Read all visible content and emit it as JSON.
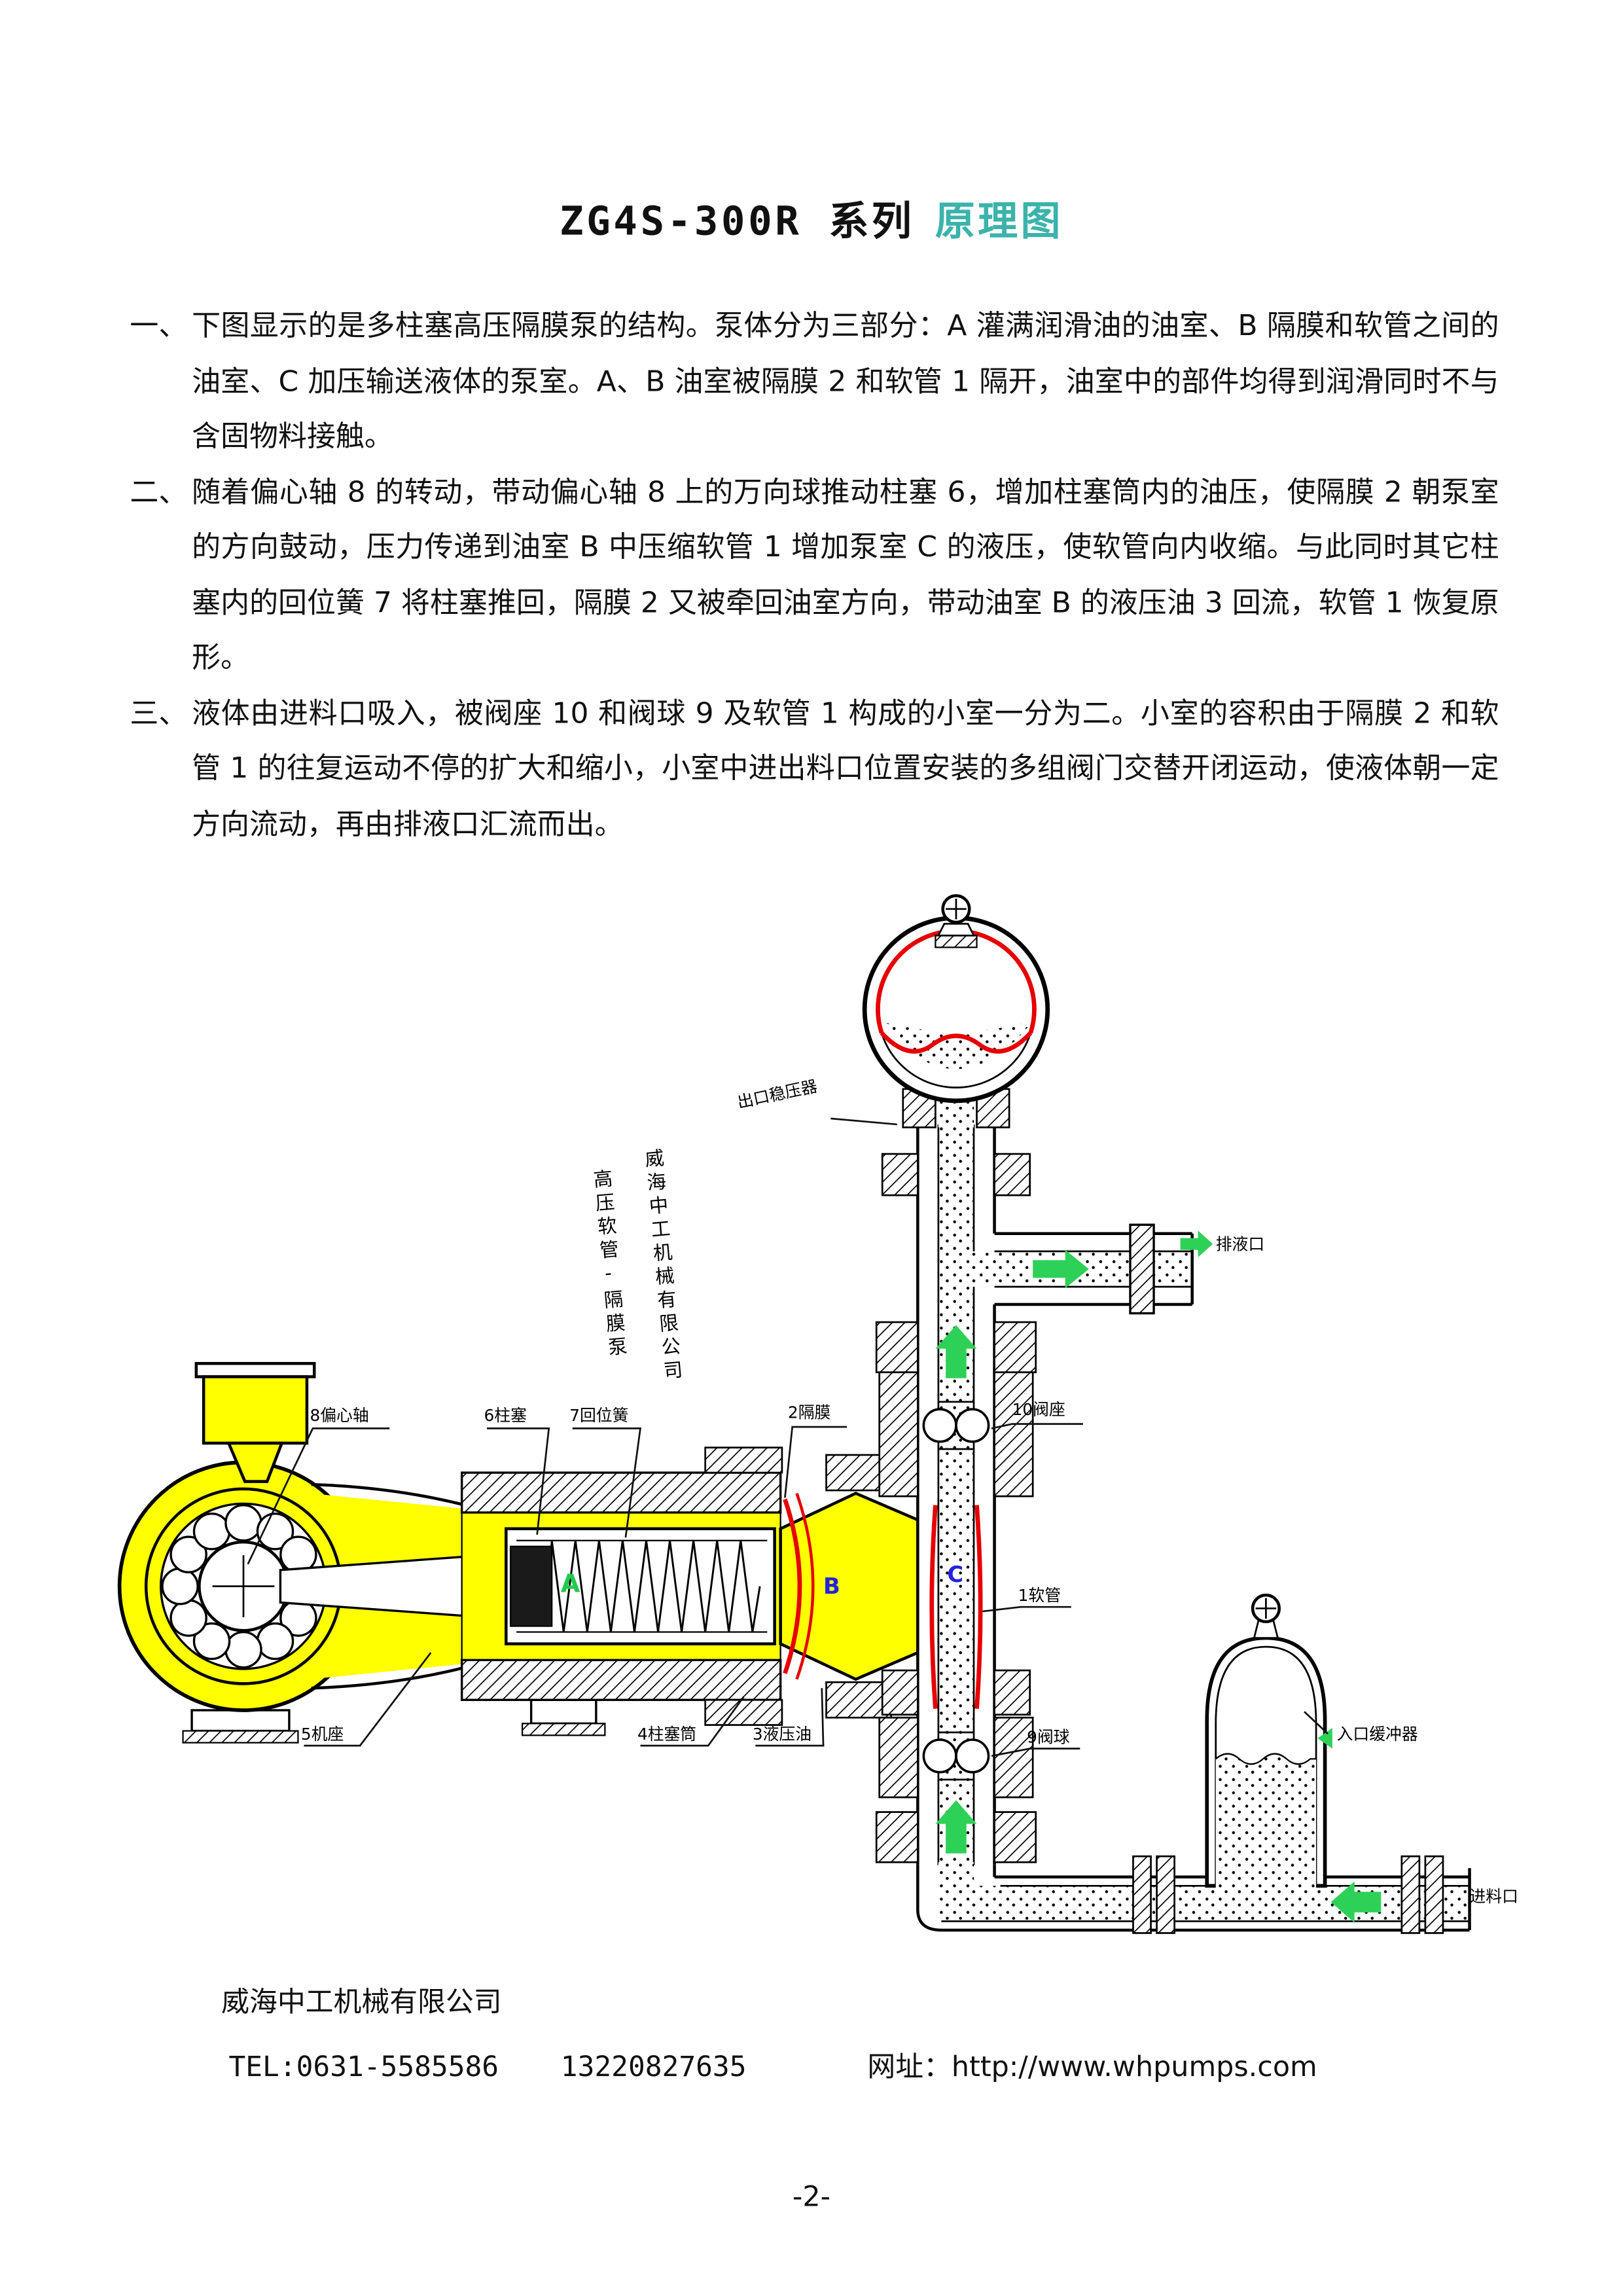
{
  "title": {
    "main": "ZG4S-300R 系列",
    "accent": "原理图"
  },
  "paragraphs": [
    {
      "marker": "一、",
      "text": "下图显示的是多柱塞高压隔膜泵的结构。泵体分为三部分：A 灌满润滑油的油室、B 隔膜和软管之间的油室、C 加压输送液体的泵室。A、B 油室被隔膜 2 和软管 1 隔开，油室中的部件均得到润滑同时不与含固物料接触。"
    },
    {
      "marker": "二、",
      "text": "随着偏心轴 8 的转动，带动偏心轴 8 上的万向球推动柱塞 6，增加柱塞筒内的油压，使隔膜 2 朝泵室的方向鼓动，压力传递到油室 B 中压缩软管 1 增加泵室 C 的液压，使软管向内收缩。与此同时其它柱塞内的回位簧 7 将柱塞推回，隔膜 2 又被牵回油室方向，带动油室 B 的液压油 3 回流，软管 1 恢复原形。"
    },
    {
      "marker": "三、",
      "text": "液体由进料口吸入，被阀座 10 和阀球 9 及软管 1 构成的小室一分为二。小室的容积由于隔膜 2 和软管 1 的往复运动不停的扩大和缩小，小室中进出料口位置安装的多组阀门交替开闭运动，使液体朝一定方向流动，再由排液口汇流而出。"
    }
  ],
  "diagram": {
    "vertical_text": {
      "company": "威海中工机械有限公司",
      "product": "高压软管-隔膜泵"
    },
    "labels": {
      "outlet_stabilizer": "出口稳压器",
      "discharge_port": "排液口",
      "eccentric_shaft": "8偏心轴",
      "plunger": "6柱塞",
      "return_spring": "7回位簧",
      "diaphragm": "2隔膜",
      "valve_seat": "10阀座",
      "hose": "1软管",
      "valve_ball": "9阀球",
      "base": "5机座",
      "plunger_barrel": "4柱塞筒",
      "hydraulic_oil": "3液压油",
      "inlet_buffer": "入口缓冲器",
      "inlet_port": "进料口"
    },
    "chambers": {
      "a": "A",
      "b": "B",
      "c": "C"
    },
    "colors": {
      "oil": "#ffff00",
      "diaphragm": "#e60000",
      "arrow": "#2ed157",
      "letter_blue": "#2222e0",
      "accent_title": "#3bb3ab"
    }
  },
  "footer": {
    "company": "威海中工机械有限公司",
    "tel": "TEL:0631-5585586",
    "phone": "13220827635",
    "website_label": "网址：http://www.whpumps.com",
    "page_number": "-2-"
  }
}
